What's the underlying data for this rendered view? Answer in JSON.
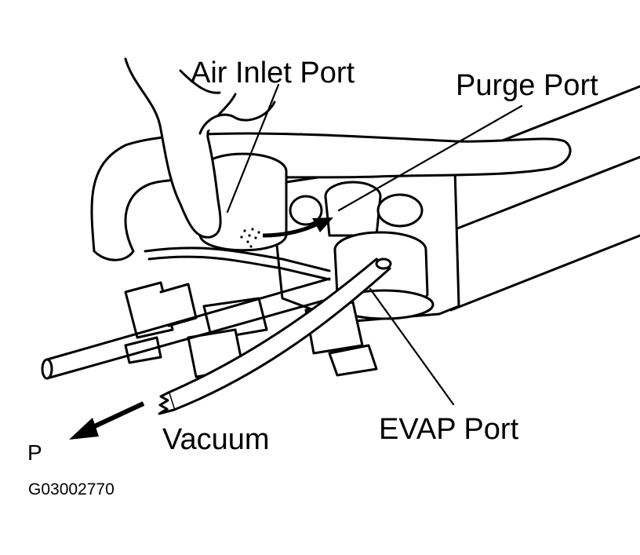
{
  "labels": {
    "air_inlet_port": "Air Inlet Port",
    "purge_port": "Purge Port",
    "evap_port": "EVAP Port",
    "vacuum": "Vacuum",
    "p_marker": "P"
  },
  "figure_code": "G03002770",
  "colors": {
    "ink": "#000000",
    "paper": "#ffffff"
  }
}
